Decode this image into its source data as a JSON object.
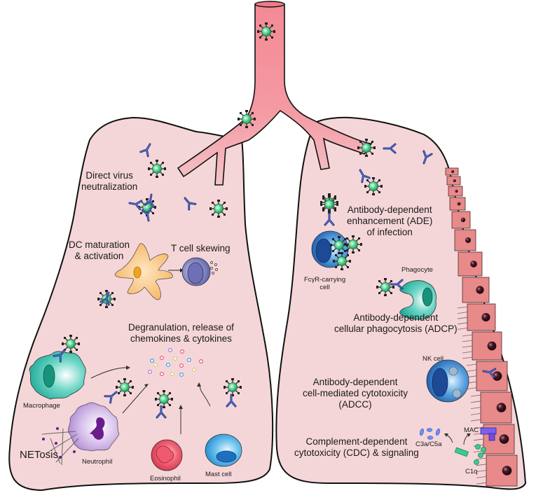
{
  "figure": {
    "title": "Antibody effector functions in the lung",
    "colors": {
      "lung_fill": "#f5d6d8",
      "airway": "#f28b94",
      "outline": "#111111",
      "antibody": "#2a3f94",
      "virus": "#4fd08a",
      "epithelium": "#e8898a",
      "nucleus": "#3a1420",
      "dc": "#f7b86a",
      "t_cell": "#6b6fb8",
      "macrophage": "#2bb8a3",
      "neutrophil": "#c9a7e0",
      "eosinophil": "#e8485f",
      "mast_cell": "#3fa8e0",
      "nk_cell": "#2f7fc8",
      "complement": "#3ec98e",
      "mac": "#6d4fe0"
    },
    "left_lung": {
      "mechanisms": [
        {
          "id": "neutralization",
          "lines": [
            "Direct virus",
            "neutralization"
          ]
        },
        {
          "id": "dc",
          "lines": [
            "DC maturation",
            "& activation"
          ]
        },
        {
          "id": "tcell",
          "lines": [
            "T cell skewing"
          ]
        },
        {
          "id": "degranulation",
          "lines": [
            "Degranulation, release of",
            "chemokines & cytokines"
          ]
        },
        {
          "id": "netosis",
          "lines": [
            "NETosis"
          ]
        }
      ],
      "cells": {
        "macrophage": "Macrophage",
        "neutrophil": "Neutrophil",
        "eosinophil": "Eosinophil",
        "mast_cell": "Mast cell"
      }
    },
    "right_lung": {
      "mechanisms": [
        {
          "id": "ade",
          "lines": [
            "Antibody-dependent",
            "enhancement (ADE)",
            "of infection"
          ]
        },
        {
          "id": "adcp",
          "lines": [
            "Antibody-dependent",
            "cellular phagocytosis (ADCP)"
          ]
        },
        {
          "id": "adcc",
          "lines": [
            "Antibody-dependent",
            "cell-mediated cytotoxicity",
            "(ADCC)"
          ]
        },
        {
          "id": "cdc",
          "lines": [
            "Complement-dependent",
            "cytotoxicity (CDC) & signaling"
          ]
        }
      ],
      "cells": {
        "fcr_cell": [
          "FcγR-carrying",
          "cell"
        ],
        "phagocyte": "Phagocyte",
        "nk_cell": "NK cell",
        "c3a_c5a": "C3a/C5a",
        "mac": "MAC",
        "c1q": "C1q"
      }
    }
  }
}
